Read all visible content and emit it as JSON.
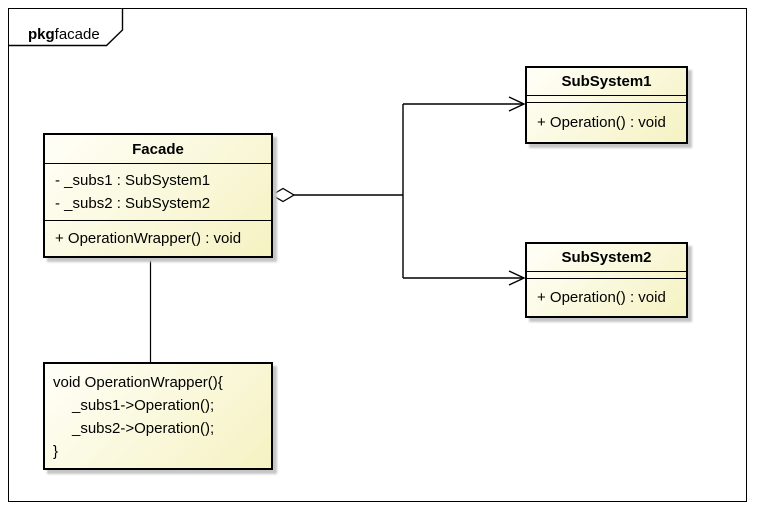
{
  "frame": {
    "keyword": "pkg",
    "name": "facade"
  },
  "classes": {
    "facade": {
      "title": "Facade",
      "attributes": [
        "- _subs1 : SubSystem1",
        "- _subs2 : SubSystem2"
      ],
      "operations": [
        "+ OperationWrapper() : void"
      ]
    },
    "subsystem1": {
      "title": "SubSystem1",
      "attributes": [],
      "operations": [
        "+ Operation() : void"
      ]
    },
    "subsystem2": {
      "title": "SubSystem2",
      "attributes": [],
      "operations": [
        "+ Operation() : void"
      ]
    }
  },
  "note": {
    "lines": [
      "void OperationWrapper(){",
      "_subs1->Operation();",
      "_subs2->Operation();",
      "}"
    ]
  },
  "relations": [
    {
      "type": "aggregation-arrow",
      "from": "Facade",
      "to": "SubSystem1"
    },
    {
      "type": "aggregation-arrow",
      "from": "Facade",
      "to": "SubSystem2"
    },
    {
      "type": "note-anchor",
      "from": "Facade",
      "to": "code-note"
    }
  ],
  "colors": {
    "box_fill_light": "#fffff8",
    "box_fill_dark": "#f5f2c2",
    "border": "#000000",
    "shadow": "#c6c6c6",
    "line": "#000000",
    "background": "#ffffff"
  }
}
